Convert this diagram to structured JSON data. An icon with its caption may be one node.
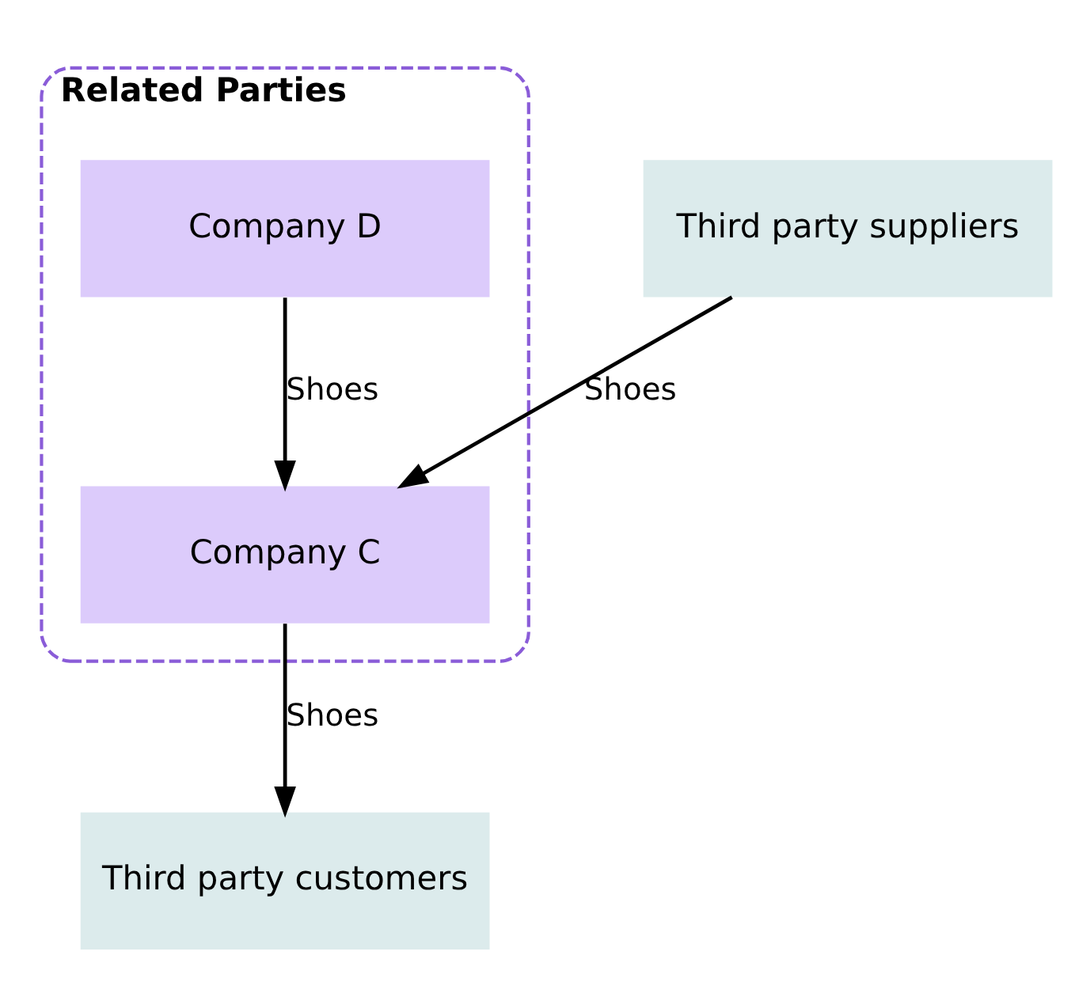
{
  "diagram": {
    "nodes": [
      {
        "text": [
          "Related Parties"
        ]
      },
      {
        "text": [
          "Company D"
        ],
        "in": 0
      },
      {
        "text": [
          "Third party suppliers"
        ]
      },
      {
        "text": [
          "Company C"
        ],
        "in": 0
      },
      {
        "text": [
          "Third party customers"
        ]
      }
    ],
    "edges": [
      {
        "from": 1,
        "to": 3,
        "arrow": "to",
        "label": "Shoes"
      },
      {
        "from": 2,
        "to": 3,
        "arrow": "to",
        "label": "Shoes"
      },
      {
        "from": 3,
        "to": 4,
        "arrow": "to",
        "label": "Shoes"
      }
    ]
  }
}
